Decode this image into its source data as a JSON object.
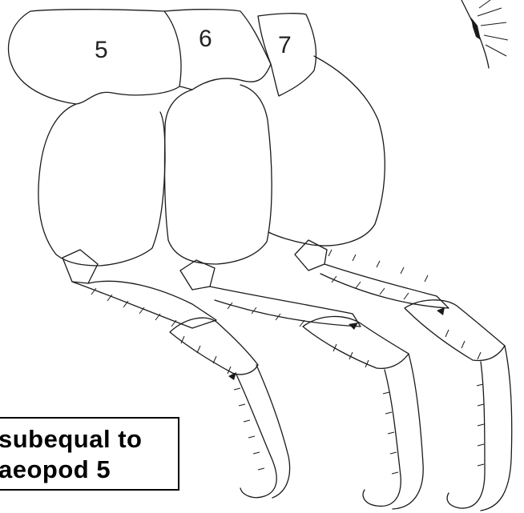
{
  "segments": {
    "s5": "5",
    "s6": "6",
    "s7": "7"
  },
  "caption": {
    "line1": "subequal to",
    "line2": "aeopod 5"
  },
  "colors": {
    "ink": "#1a1a1a",
    "background": "#ffffff",
    "caption_border": "#000000"
  }
}
